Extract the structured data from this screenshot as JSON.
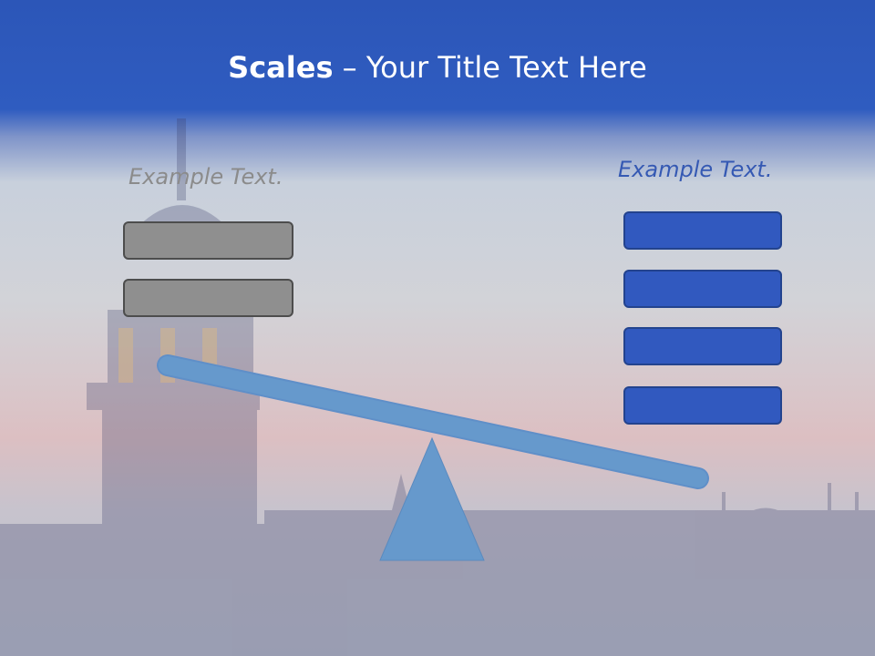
{
  "slide": {
    "title_bold": "Scales",
    "title_rest": " – Your Title Text Here"
  },
  "left_group": {
    "caption": "Example Text.",
    "box_count": 2
  },
  "right_group": {
    "caption": "Example Text.",
    "box_count": 4
  },
  "colors": {
    "title_band": "#2f5cc0",
    "gray_box": "#8f8f8f",
    "blue_box": "#3159bf",
    "beam": "#6699cc",
    "fulcrum": "#6699cc"
  },
  "icons": {
    "beam": "seesaw-beam",
    "fulcrum": "triangle-fulcrum",
    "background": "tower-skyline-photo"
  }
}
